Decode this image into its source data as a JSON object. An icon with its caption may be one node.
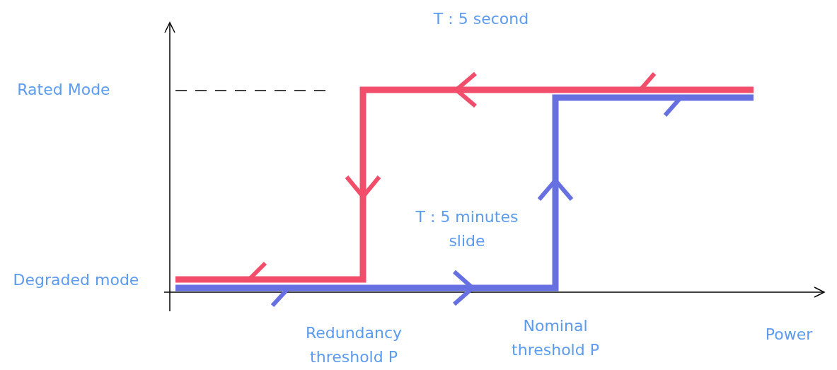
{
  "diagram": {
    "labels": [
      "T : 5 second",
      "Rated Mode",
      "T : 5 minutes slide",
      "Degraded mode",
      "Redundancy threshold P",
      "Nominal threshold P",
      "Power"
    ]
  }
}
